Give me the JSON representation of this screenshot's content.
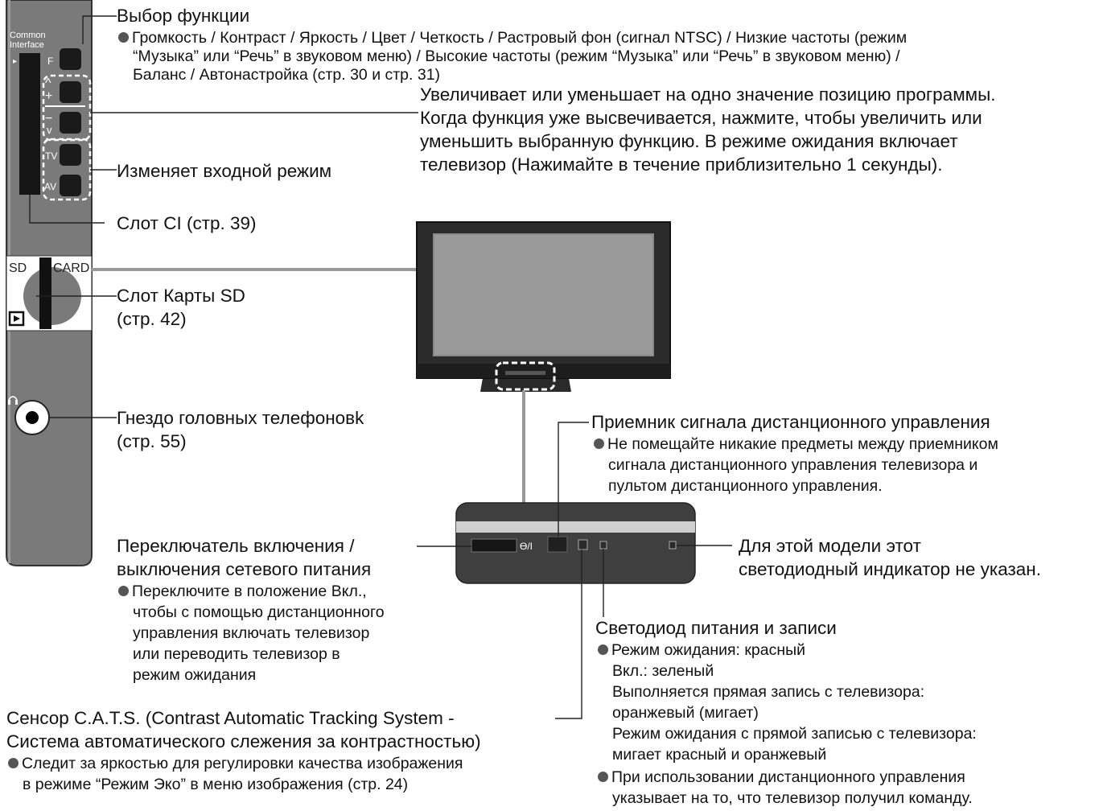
{
  "panel": {
    "ci_label_line1": "Common",
    "ci_label_line2": "Interface",
    "arrow_glyph": "▸",
    "f_label": "F",
    "up_glyph": "^",
    "plus_glyph": "+",
    "minus_glyph": "−",
    "down_glyph": "v",
    "tv_label": "TV",
    "av_label": "AV",
    "sd_label": "SD",
    "card_label": "CARD",
    "headphone_icon": "headphone-icon"
  },
  "receiver": {
    "power_symbol": "ϴ/I"
  },
  "callouts": {
    "function_select": {
      "title": "Выбор функции",
      "desc_line1": "Громкость / Контраст / Яркость / Цвет / Четкость / Растровый фон (сигнал NTSC) / Низкие частоты (режим",
      "desc_line2": "“Музыка” или “Речь” в звуковом меню) / Высокие частоты (режим “Музыка” или “Речь” в звуковом меню) /",
      "desc_line3": "Баланс / Автонастройка (стр. 30 и стр. 31)"
    },
    "program_updown": {
      "line1": "Увеличивает или уменьшает на одно значение позицию программы.",
      "line2": "Когда функция уже высвечивается, нажмите, чтобы увеличить или",
      "line3": "уменьшить выбранную функцию. В режиме ожидания включает",
      "line4": "телевизор (Нажимайте в течение приблизительно 1 секунды)."
    },
    "input_mode": {
      "title": "Изменяет входной режим"
    },
    "ci_slot": {
      "title": "Слот CI (стр. 39)"
    },
    "sd_slot": {
      "line1": "Слот Карты SD",
      "line2": "(стр. 42)"
    },
    "headphones": {
      "line1": "Гнездо головных телефоновk",
      "line2": "(стр. 55)"
    },
    "remote_receiver": {
      "title": "Приемник сигнала дистанционного управления",
      "desc_line1": "Не помещайте никакие предметы между приемником",
      "desc_line2": "сигнала дистанционного управления телевизора и",
      "desc_line3": "пультом дистанционного управления."
    },
    "power_switch": {
      "line1": "Переключатель включения /",
      "line2": "выключения сетевого питания",
      "desc_line1": "Переключите в положение Вкл.,",
      "desc_line2": "чтобы с помощью дистанционного",
      "desc_line3": "управления включать телевизор",
      "desc_line4": "или переводить телевизор в",
      "desc_line5": "режим ожидания"
    },
    "unused_led": {
      "line1": "Для этой модели этот",
      "line2": "светодиодный индикатор не указан."
    },
    "power_led": {
      "title": "Светодиод питания и записи",
      "desc1_line1": "Режим ожидания: красный",
      "desc1_line2": "Вкл.: зеленый",
      "desc1_line3": "Выполняется прямая запись с телевизора:",
      "desc1_line4": "оранжевый (мигает)",
      "desc1_line5": "Режим ожидания с прямой записью с телевизора:",
      "desc1_line6": "мигает красный и оранжевый",
      "desc2_line1": "При использовании дистанционного управления",
      "desc2_line2": "указывает на то, что телевизор получил команду."
    },
    "cats_sensor": {
      "line1": "Сенсор C.A.T.S. (Contrast Automatic Tracking System -",
      "line2": "Система автоматического слежения за контрастностью)",
      "desc_line1": "Следит за яркостью для регулировки качества изображения",
      "desc_line2": "в режиме “Режим Эко” в меню изображения (стр. 24)"
    }
  }
}
